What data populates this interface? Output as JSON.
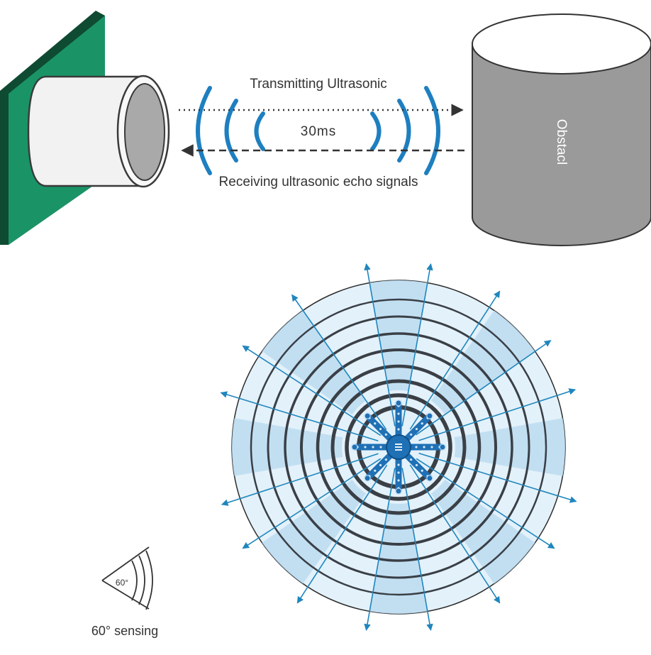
{
  "diagram": {
    "transmit_label": "Transmitting Ultrasonic",
    "time_label": "30ms",
    "receive_label": "Receiving ultrasonic echo signals",
    "obstacle_label": "Obstacl",
    "angle_label": "60°",
    "sensing_label": "60° sensing"
  },
  "colors": {
    "board_green": "#1a9467",
    "board_dark": "#0f4a33",
    "wave_blue": "#1e7fc0",
    "obstacle_gray": "#9a9a9a",
    "ring_dark": "#3a3f46",
    "ring_fill": "#e3f1fa",
    "ring_band": "#bcdcf0",
    "ray_blue": "#1f86bd",
    "robot_blue": "#1f70b5"
  }
}
